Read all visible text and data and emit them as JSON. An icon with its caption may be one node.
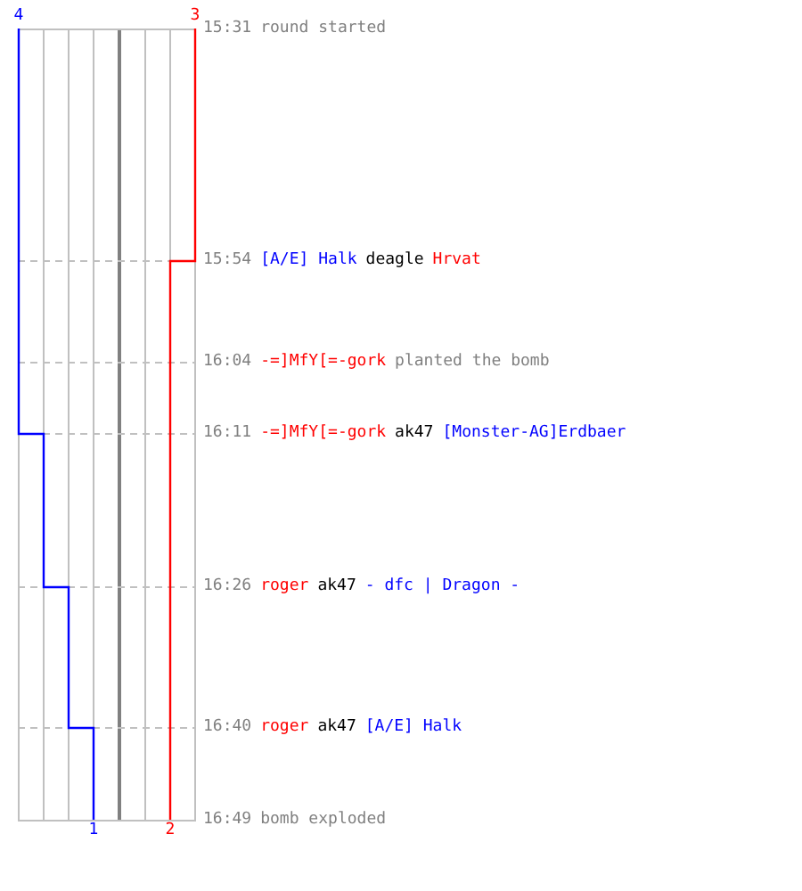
{
  "diagram": {
    "labels": [
      "4",
      "3",
      "15:31",
      "round started",
      "15:54",
      "[A/E] Halk",
      "deagle",
      "Hrvat",
      "16:04",
      "-=]MfY[=-gork",
      "planted the bomb",
      "16:11",
      "-=]MfY[=-gork",
      "ak47",
      "[Monster-AG]Erdbaer",
      "16:26",
      "roger",
      "ak47",
      "- dfc | Dragon -",
      "16:40",
      "roger",
      "ak47",
      "[A/E] Halk",
      "1",
      "2",
      "16:49",
      "bomb exploded"
    ]
  }
}
